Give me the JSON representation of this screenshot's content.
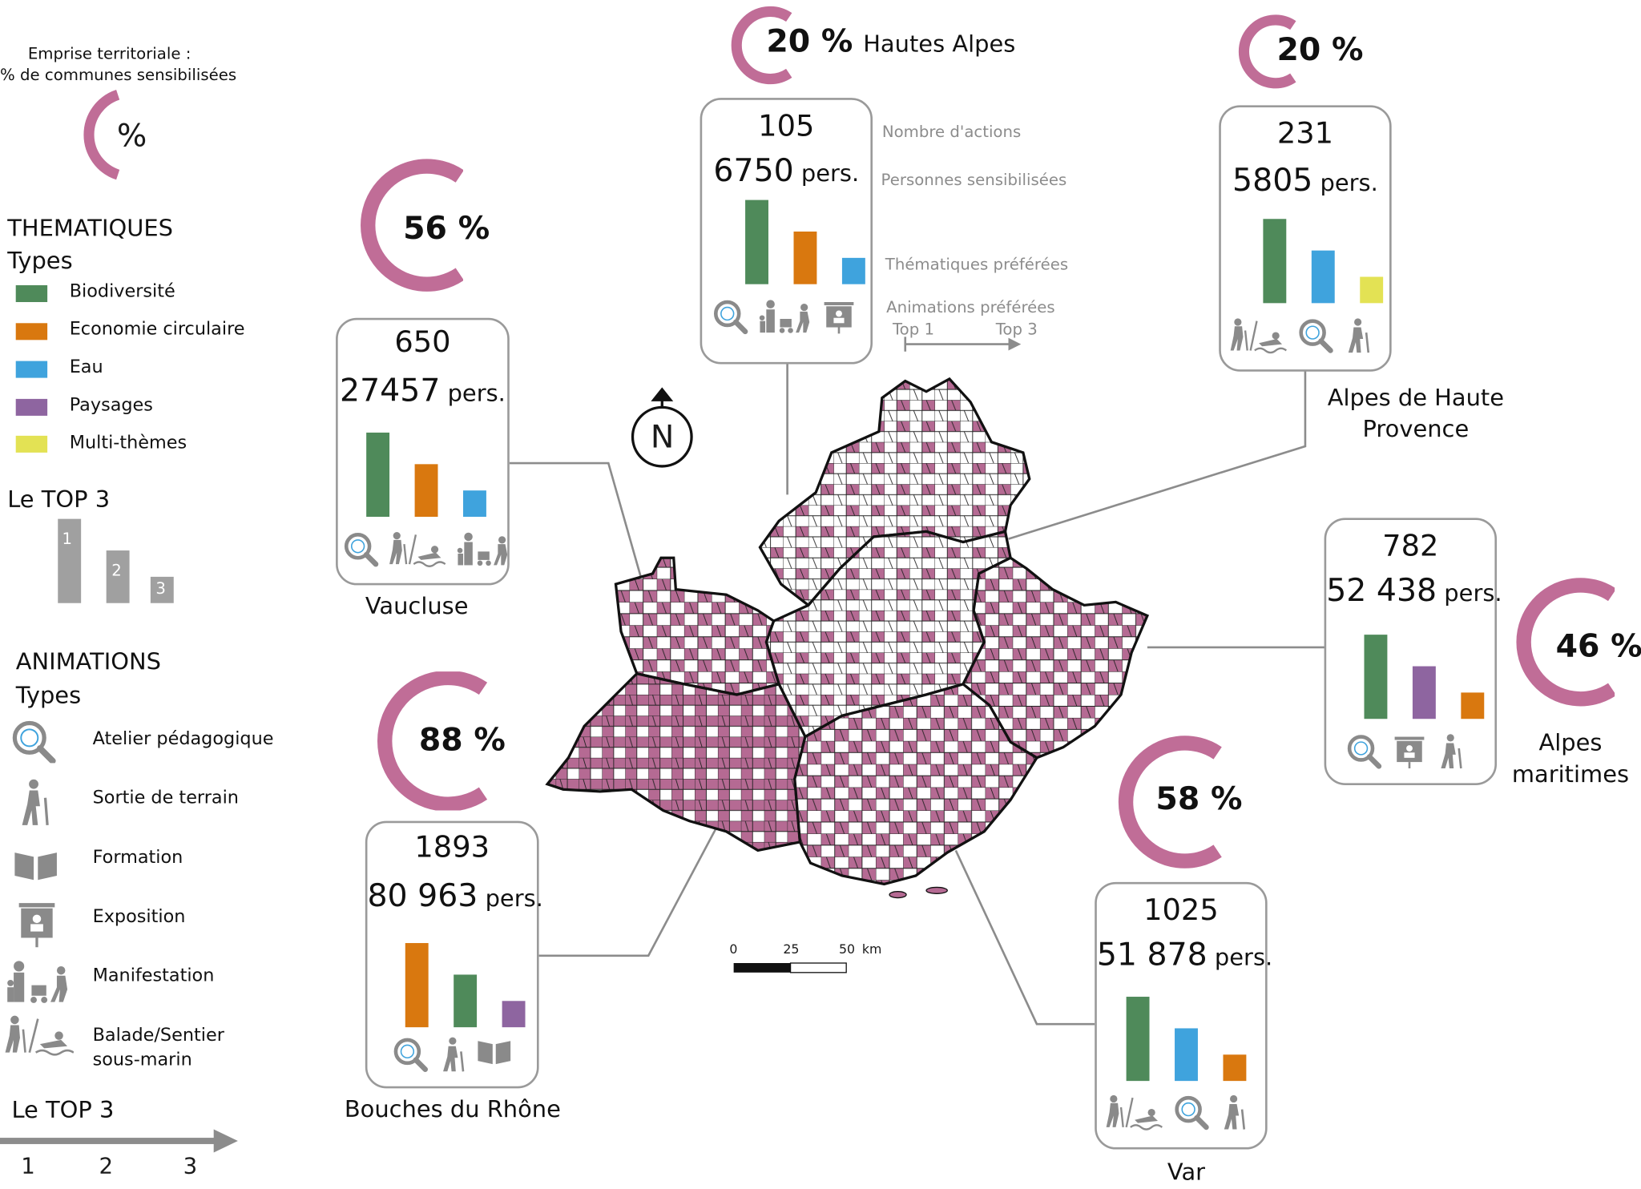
{
  "colors": {
    "Biodiversité": "#4f8a5a",
    "Economie circulaire": "#d9780f",
    "Eau": "#3fa3dd",
    "Paysages": "#8e65a0",
    "Multi-thèmes": "#e3e254",
    "sensitised_commune": "#b56a93",
    "arc": "#c06d97",
    "top3_bar": "#a0a0a0"
  },
  "legend": {
    "emprise_line1": "Emprise territoriale :",
    "emprise_line2": "% de communes sensibilisées",
    "emprise_symbol": "%",
    "thematiques_title": "THEMATIQUES",
    "thematiques_sub": "Types",
    "thematiques": [
      {
        "label": "Biodiversité",
        "color": "#4f8a5a"
      },
      {
        "label": "Economie circulaire",
        "color": "#d9780f"
      },
      {
        "label": "Eau",
        "color": "#3fa3dd"
      },
      {
        "label": "Paysages",
        "color": "#8e65a0"
      },
      {
        "label": "Multi-thèmes",
        "color": "#e3e254"
      }
    ],
    "top3_title": "Le TOP 3",
    "top3_ranks": [
      "1",
      "2",
      "3"
    ],
    "animations_title": "ANIMATIONS",
    "animations_sub": "Types",
    "animations": [
      {
        "label": "Atelier pédagogique",
        "icon": "magnifier-icon"
      },
      {
        "label": "Sortie de terrain",
        "icon": "hiker-icon"
      },
      {
        "label": "Formation",
        "icon": "book-icon"
      },
      {
        "label": "Exposition",
        "icon": "easel-icon"
      },
      {
        "label": "Manifestation",
        "icon": "family-icon"
      },
      {
        "label": "Balade/Sentier",
        "label2": "sous-marin",
        "icon": "hike-swim-icon"
      }
    ],
    "top3_arrow_title": "Le TOP 3",
    "top3_arrow_ranks": [
      "1",
      "2",
      "3"
    ]
  },
  "key": {
    "nombre_actions": "Nombre d'actions",
    "personnes": "Personnes sensibilisées",
    "thematiques": "Thématiques préférées",
    "animations": "Animations préférées",
    "top1": "Top 1",
    "top3": "Top 3"
  },
  "unit": "pers.",
  "departments": [
    {
      "name": "Hautes Alpes",
      "name_lines": [
        "Hautes Alpes"
      ],
      "percent": 20,
      "percent_label": "20 %",
      "actions": "105",
      "persons": "6750",
      "themes": [
        {
          "theme": "Biodiversité",
          "rank": 1
        },
        {
          "theme": "Economie circulaire",
          "rank": 2
        },
        {
          "theme": "Eau",
          "rank": 3
        }
      ],
      "animations": [
        "magnifier-icon",
        "family-icon",
        "easel-icon"
      ]
    },
    {
      "name": "Alpes de Haute Provence",
      "name_lines": [
        "Alpes de Haute",
        "Provence"
      ],
      "percent": 20,
      "percent_label": "20 %",
      "actions": "231",
      "persons": "5805",
      "themes": [
        {
          "theme": "Biodiversité",
          "rank": 1
        },
        {
          "theme": "Eau",
          "rank": 2
        },
        {
          "theme": "Multi-thèmes",
          "rank": 3
        }
      ],
      "animations": [
        "hike-swim-icon",
        "magnifier-icon",
        "hiker-icon"
      ]
    },
    {
      "name": "Vaucluse",
      "name_lines": [
        "Vaucluse"
      ],
      "percent": 56,
      "percent_label": "56 %",
      "actions": "650",
      "persons": "27457",
      "themes": [
        {
          "theme": "Biodiversité",
          "rank": 1
        },
        {
          "theme": "Economie circulaire",
          "rank": 2
        },
        {
          "theme": "Eau",
          "rank": 3
        }
      ],
      "animations": [
        "magnifier-icon",
        "hike-swim-icon",
        "family-icon"
      ]
    },
    {
      "name": "Alpes maritimes",
      "name_lines": [
        "Alpes",
        "maritimes"
      ],
      "percent": 46,
      "percent_label": "46 %",
      "actions": "782",
      "persons": "52 438",
      "themes": [
        {
          "theme": "Biodiversité",
          "rank": 1
        },
        {
          "theme": "Paysages",
          "rank": 2
        },
        {
          "theme": "Economie circulaire",
          "rank": 3
        }
      ],
      "animations": [
        "magnifier-icon",
        "easel-icon",
        "hiker-icon"
      ]
    },
    {
      "name": "Bouches du Rhône",
      "name_lines": [
        "Bouches du Rhône"
      ],
      "percent": 88,
      "percent_label": "88 %",
      "actions": "1893",
      "persons": "80 963",
      "themes": [
        {
          "theme": "Economie circulaire",
          "rank": 1
        },
        {
          "theme": "Biodiversité",
          "rank": 2
        },
        {
          "theme": "Paysages",
          "rank": 3
        }
      ],
      "animations": [
        "magnifier-icon",
        "hiker-icon",
        "book-icon"
      ]
    },
    {
      "name": "Var",
      "name_lines": [
        "Var"
      ],
      "percent": 58,
      "percent_label": "58 %",
      "actions": "1025",
      "persons": "51 878",
      "themes": [
        {
          "theme": "Biodiversité",
          "rank": 1
        },
        {
          "theme": "Eau",
          "rank": 2
        },
        {
          "theme": "Economie circulaire",
          "rank": 3
        }
      ],
      "animations": [
        "hike-swim-icon",
        "magnifier-icon",
        "hiker-icon"
      ]
    }
  ],
  "map": {
    "north_label": "N",
    "scale_ticks": [
      "0",
      "25",
      "50"
    ],
    "scale_unit": "km"
  }
}
